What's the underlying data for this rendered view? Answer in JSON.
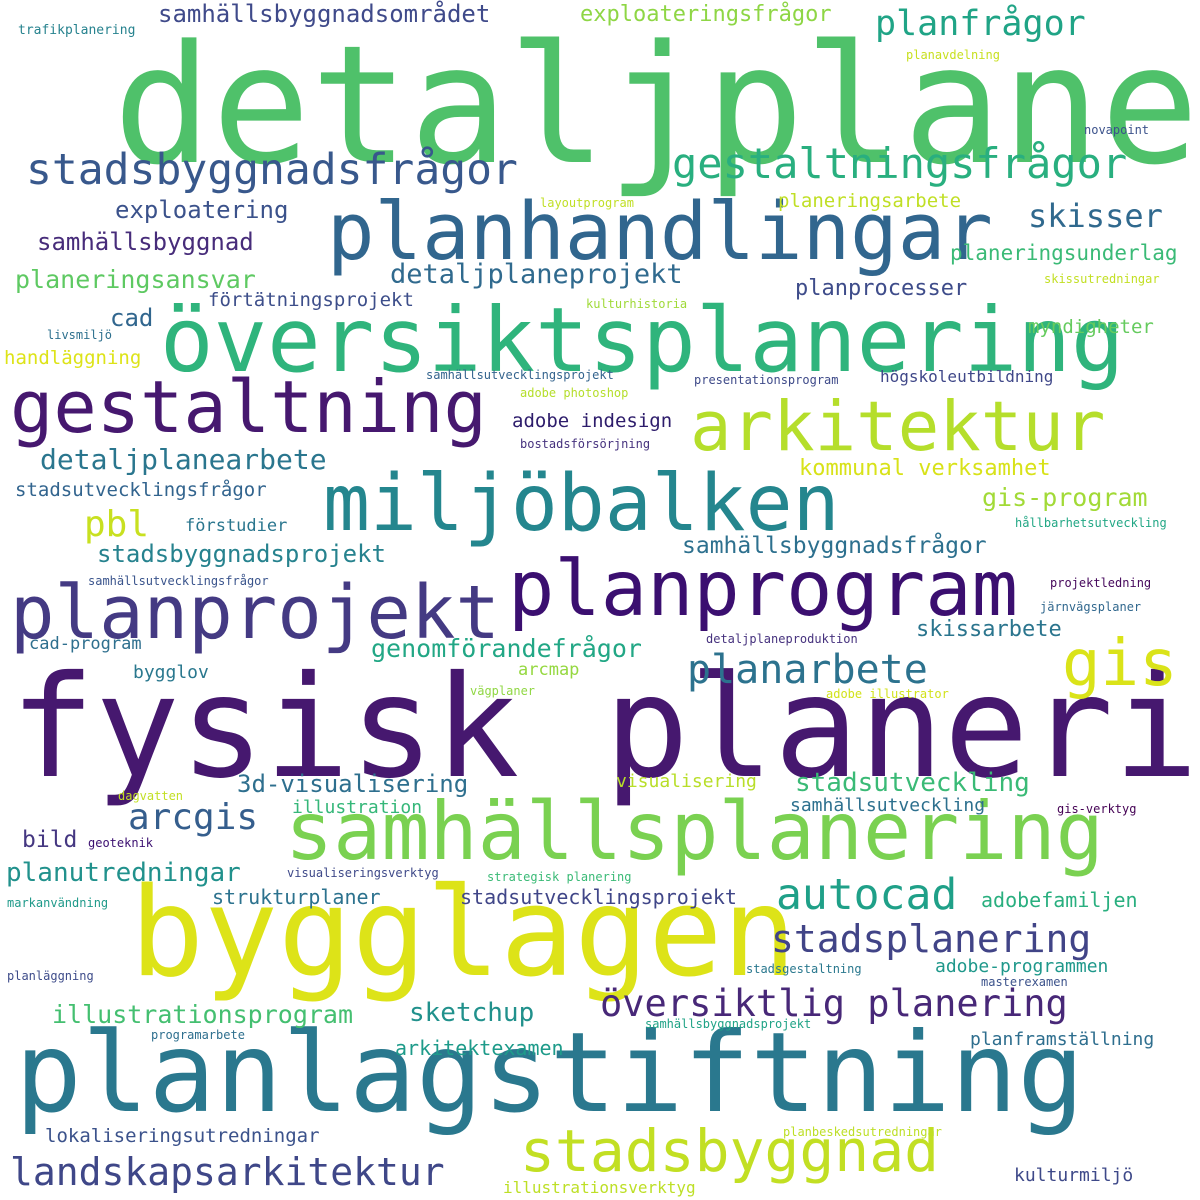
{
  "words": [
    {
      "text": "detaljplaner",
      "color": "#4fc16a"
    },
    {
      "text": "fysisk planering",
      "color": "#46186f"
    },
    {
      "text": "bygglagen",
      "color": "#dde318"
    },
    {
      "text": "planlagstiftning",
      "color": "#2a788e"
    },
    {
      "text": "översiktsplanering",
      "color": "#2fb47c"
    },
    {
      "text": "samhällsplanering",
      "color": "#7ad151"
    },
    {
      "text": "planhandlingar",
      "color": "#31668e"
    },
    {
      "text": "miljöbalken",
      "color": "#24868e"
    },
    {
      "text": "planprogram",
      "color": "#3b0f70"
    },
    {
      "text": "planprojekt",
      "color": "#443a83"
    },
    {
      "text": "gestaltning",
      "color": "#46186f"
    },
    {
      "text": "arkitektur",
      "color": "#b5de2b"
    },
    {
      "text": "stadsbyggnad",
      "color": "#c2df23"
    },
    {
      "text": "stadsbyggnadsfrågor",
      "color": "#38588c"
    },
    {
      "text": "gestaltningsfrågor",
      "color": "#29af7f"
    },
    {
      "text": "landskapsarkitektur",
      "color": "#3f4788"
    },
    {
      "text": "stadsplanering",
      "color": "#414487"
    },
    {
      "text": "översiktlig planering",
      "color": "#482878"
    },
    {
      "text": "gis",
      "color": "#dae319"
    },
    {
      "text": "autocad",
      "color": "#1fa088"
    },
    {
      "text": "planarbete",
      "color": "#2c728e"
    },
    {
      "text": "planfrågor",
      "color": "#20a486"
    },
    {
      "text": "arcgis",
      "color": "#355e8d"
    },
    {
      "text": "skisser",
      "color": "#30698e"
    },
    {
      "text": "pbl",
      "color": "#c8e020"
    },
    {
      "text": "samhällsbyggnadsområdet",
      "color": "#3f4a8a"
    },
    {
      "text": "exploateringsfrågor",
      "color": "#8ed645"
    },
    {
      "text": "detaljplanearbete",
      "color": "#2a768e"
    },
    {
      "text": "detaljplaneprojekt",
      "color": "#306a8e"
    },
    {
      "text": "exploatering",
      "color": "#3b528b"
    },
    {
      "text": "samhällsbyggnad",
      "color": "#472c7a"
    },
    {
      "text": "planeringsansvar",
      "color": "#5ec962"
    },
    {
      "text": "samhällsbyggnadsfrågor",
      "color": "#2d708e"
    },
    {
      "text": "stadsbyggnadsprojekt",
      "color": "#26828e"
    },
    {
      "text": "illustrationsprogram",
      "color": "#44bf70"
    },
    {
      "text": "3d-visualisering",
      "color": "#2e6f8e"
    },
    {
      "text": "stadsutveckling",
      "color": "#3aba76"
    },
    {
      "text": "genomförandefrågor",
      "color": "#22a785"
    },
    {
      "text": "planutredningar",
      "color": "#21918c"
    },
    {
      "text": "sketchup",
      "color": "#21918c"
    },
    {
      "text": "planprocesser",
      "color": "#3e4c8a"
    },
    {
      "text": "kommunal verksamhet",
      "color": "#d8e219"
    },
    {
      "text": "gis-program",
      "color": "#a2da37"
    },
    {
      "text": "skissarbete",
      "color": "#2b758e"
    },
    {
      "text": "stadsutvecklingsfrågor",
      "color": "#32648e"
    },
    {
      "text": "strukturplaner",
      "color": "#2c728e"
    },
    {
      "text": "stadsutvecklingsprojekt",
      "color": "#404688"
    },
    {
      "text": "planeringsarbete",
      "color": "#c0df25"
    },
    {
      "text": "planeringsunderlag",
      "color": "#3aba76"
    },
    {
      "text": "förtätningsprojekt",
      "color": "#3d4e8a"
    },
    {
      "text": "myndigheter",
      "color": "#65cb5e"
    },
    {
      "text": "adobe indesign",
      "color": "#2d1c6b"
    },
    {
      "text": "handläggning",
      "color": "#dde318"
    },
    {
      "text": "cad",
      "color": "#31668e"
    },
    {
      "text": "bild",
      "color": "#453781"
    },
    {
      "text": "arkitektexamen",
      "color": "#1e9b8a"
    },
    {
      "text": "lokaliseringsutredningar",
      "color": "#3b528b"
    },
    {
      "text": "adobefamiljen",
      "color": "#29af7f"
    },
    {
      "text": "adobe-programmen",
      "color": "#1f988b"
    },
    {
      "text": "visualisering",
      "color": "#b8de29"
    },
    {
      "text": "samhällsutveckling",
      "color": "#2d708e"
    },
    {
      "text": "illustration",
      "color": "#35b779"
    },
    {
      "text": "bygglov",
      "color": "#2a788e"
    },
    {
      "text": "arcmap",
      "color": "#95d840"
    },
    {
      "text": "kulturmiljö",
      "color": "#3e4989"
    },
    {
      "text": "planframställning",
      "color": "#2e6e8e"
    },
    {
      "text": "förstudier",
      "color": "#2a768e"
    },
    {
      "text": "högskoleutbildning",
      "color": "#3f4788"
    },
    {
      "text": "cad-program",
      "color": "#2e6f8e"
    },
    {
      "text": "illustrationsverktyg",
      "color": "#bddf26"
    },
    {
      "text": "trafikplanering",
      "color": "#26828e"
    },
    {
      "text": "planavdelning",
      "color": "#c8e020"
    },
    {
      "text": "novapoint",
      "color": "#3b528b"
    },
    {
      "text": "layoutprogram",
      "color": "#c0df25"
    },
    {
      "text": "skissutredningar",
      "color": "#c2df23"
    },
    {
      "text": "kulturhistoria",
      "color": "#a0da39"
    },
    {
      "text": "livsmiljö",
      "color": "#2d708e"
    },
    {
      "text": "samhällsutvecklingsprojekt",
      "color": "#33638d"
    },
    {
      "text": "presentationsprogram",
      "color": "#3e4a89"
    },
    {
      "text": "adobe photoshop",
      "color": "#b5de2b"
    },
    {
      "text": "bostadsförsörjning",
      "color": "#46327e"
    },
    {
      "text": "hållbarhetsutveckling",
      "color": "#22a785"
    },
    {
      "text": "samhällsutvecklingsfrågor",
      "color": "#3a548c"
    },
    {
      "text": "projektledning",
      "color": "#46085c"
    },
    {
      "text": "järnvägsplaner",
      "color": "#31688e"
    },
    {
      "text": "detaljplaneproduktion",
      "color": "#46327e"
    },
    {
      "text": "vägplaner",
      "color": "#90d743"
    },
    {
      "text": "adobe illustrator",
      "color": "#d2e21b"
    },
    {
      "text": "dagvatten",
      "color": "#c2df23"
    },
    {
      "text": "geoteknik",
      "color": "#3b0f70"
    },
    {
      "text": "gis-verktyg",
      "color": "#440154"
    },
    {
      "text": "visualiseringsverktyg",
      "color": "#3e4989"
    },
    {
      "text": "strategisk planering",
      "color": "#3aba76"
    },
    {
      "text": "markanvändning",
      "color": "#1f9a8a"
    },
    {
      "text": "planläggning",
      "color": "#3e4c8a"
    },
    {
      "text": "stadsgestaltning",
      "color": "#2a788e"
    },
    {
      "text": "masterexamen",
      "color": "#3b528b"
    },
    {
      "text": "samhällsbyggnadsprojekt",
      "color": "#20a386"
    },
    {
      "text": "programarbete",
      "color": "#2e6f8e"
    },
    {
      "text": "planbeskedsutredningar",
      "color": "#bddf26"
    }
  ]
}
